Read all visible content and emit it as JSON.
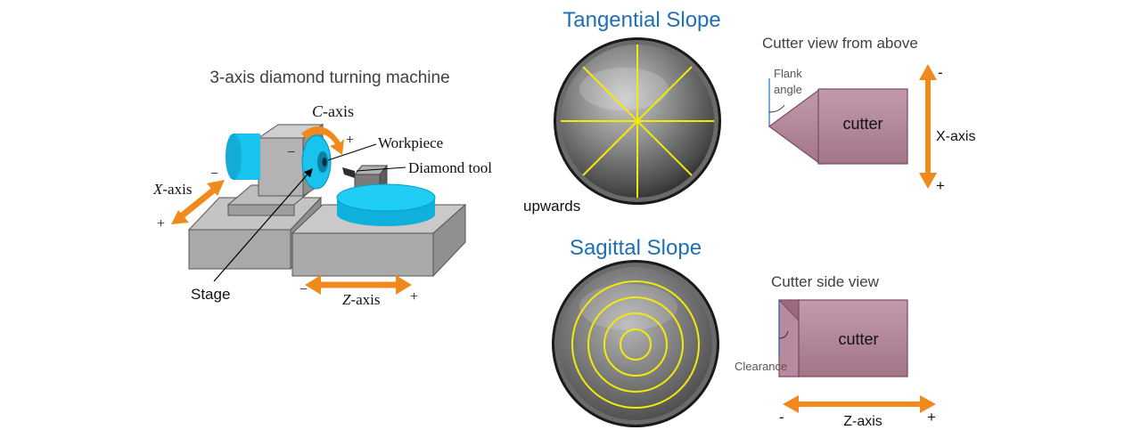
{
  "machine": {
    "title": "3-axis diamond turning machine",
    "c_axis_letter": "C",
    "c_axis_suffix": "-axis",
    "c_plus": "+",
    "c_minus": "−",
    "workpiece": "Workpiece",
    "diamond_tool": "Diamond tool",
    "x_axis_letter": "X",
    "x_axis_suffix": "-axis",
    "x_minus": "−",
    "x_plus": "+",
    "z_axis_letter": "Z",
    "z_axis_suffix": "-axis",
    "z_minus": "−",
    "z_plus": "+",
    "stage": "Stage"
  },
  "tangential": {
    "title": "Tangential Slope",
    "upwards": "upwards"
  },
  "sagittal": {
    "title": "Sagittal Slope"
  },
  "cutter_top": {
    "title": "Cutter view from above",
    "flank_line1": "Flank",
    "flank_line2": "angle",
    "cutter_label": "cutter",
    "axis_label": "X-axis",
    "minus": "-",
    "plus": "+"
  },
  "cutter_side": {
    "title": "Cutter side view",
    "cutter_label": "cutter",
    "clearance": "Clearance",
    "axis_label": "Z-axis",
    "minus": "-",
    "plus": "+"
  },
  "colors": {
    "title_blue": "#1f6fb5",
    "orange": "#f08a1c",
    "yellow": "#f2ea0a",
    "cutter_fill": "#b98a9f",
    "cyan": "#18c3ee"
  }
}
